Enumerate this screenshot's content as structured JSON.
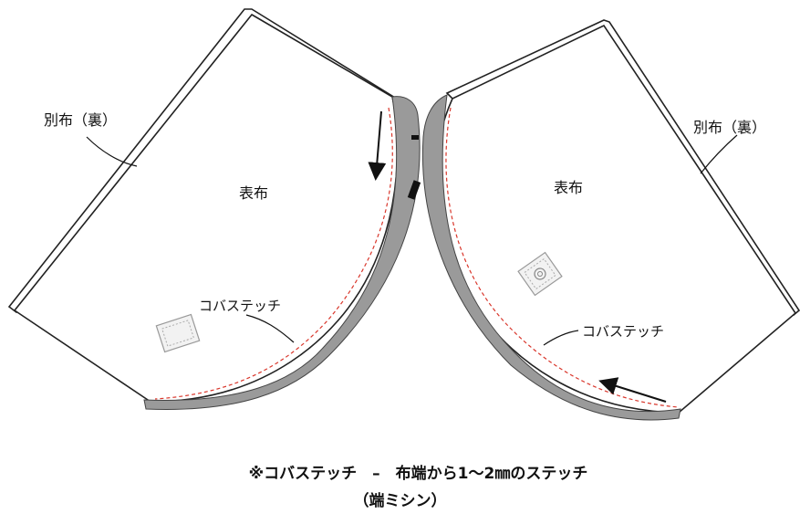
{
  "labels": {
    "left_lining": "別布（裏）",
    "right_lining": "別布（裏）",
    "left_outer": "表布",
    "right_outer": "表布",
    "left_stitch": "コバステッチ",
    "right_stitch": "コバステッチ"
  },
  "caption": {
    "line1": "※コバステッチ　–　布端から1～2㎜のステッチ",
    "line2": "（端ミシン）"
  },
  "colors": {
    "stitch": "#d9362b",
    "seam_band": "#9a9a9a",
    "outline": "#222222"
  }
}
